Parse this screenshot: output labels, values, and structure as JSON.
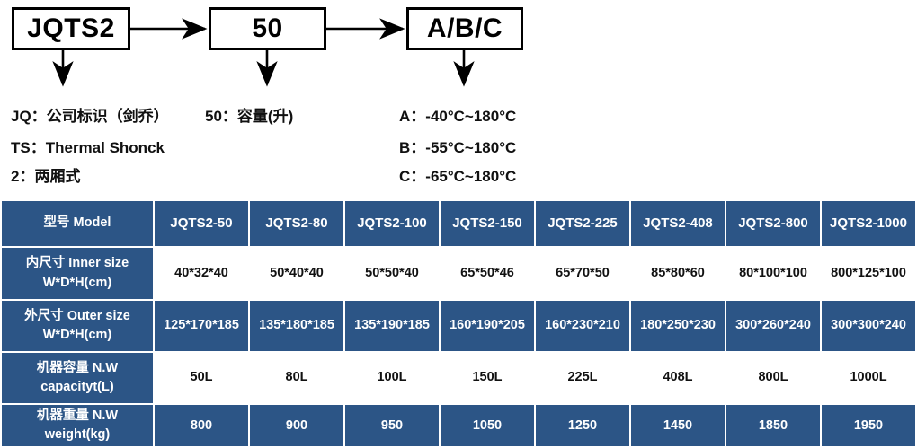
{
  "diagram": {
    "boxes": [
      {
        "name": "model-code",
        "text": "JQTS2"
      },
      {
        "name": "capacity-code",
        "text": "50"
      },
      {
        "name": "temperature-code",
        "text": "A/B/C"
      }
    ],
    "legend": {
      "jq": "JQ：公司标识（剑乔）",
      "fifty": "50：容量(升)",
      "ts": "TS：Thermal Shonck",
      "two": "2：两厢式",
      "a": "A：-40°C~180°C",
      "b": "B：-55°C~180°C",
      "c": "C：-65°C~180°C"
    }
  },
  "table": {
    "header": {
      "label": "型号 Model",
      "models": [
        "JQTS2-50",
        "JQTS2-80",
        "JQTS2-100",
        "JQTS2-150",
        "JQTS2-225",
        "JQTS2-408",
        "JQTS2-800",
        "JQTS2-1000"
      ]
    },
    "rows": [
      {
        "name": "inner-size",
        "label_line1": "内尺寸 Inner size",
        "label_line2": "W*D*H(cm)",
        "values": [
          "40*32*40",
          "50*40*40",
          "50*50*40",
          "65*50*46",
          "65*70*50",
          "85*80*60",
          "80*100*100",
          "800*125*100"
        ]
      },
      {
        "name": "outer-size",
        "label_line1": "外尺寸 Outer size",
        "label_line2": "W*D*H(cm)",
        "values": [
          "125*170*185",
          "135*180*185",
          "135*190*185",
          "160*190*205",
          "160*230*210",
          "180*250*230",
          "300*260*240",
          "300*300*240"
        ]
      },
      {
        "name": "machine-capacity",
        "label_line1": "机器容量 N.W",
        "label_line2": "capacityt(L)",
        "values": [
          "50L",
          "80L",
          "100L",
          "150L",
          "225L",
          "408L",
          "800L",
          "1000L"
        ]
      },
      {
        "name": "machine-weight",
        "label_line1": "机器重量 N.W",
        "label_line2": "weight(kg)",
        "values": [
          "800",
          "900",
          "950",
          "1050",
          "1250",
          "1450",
          "1850",
          "1950"
        ]
      }
    ]
  },
  "colors": {
    "header_blue": "#2c5586",
    "cell_white": "#ffffff",
    "text_dark": "#111111"
  }
}
